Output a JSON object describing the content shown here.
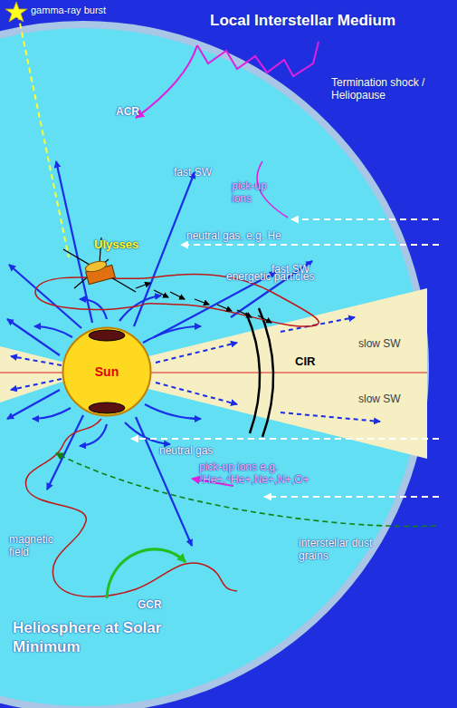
{
  "diagram": {
    "nodes": [
      {
        "text": [
          "Sun"
        ]
      }
    ],
    "labels": [
      "gamma-ray burst",
      "Local Interstellar Medium",
      "ACR",
      "Termination shock / Heliopause",
      "fast SW",
      "pick-up ions",
      "Ulysses",
      "neutral gas, e.g. He",
      "energetic particles",
      "fast SW",
      "slow SW",
      "CIR",
      "slow SW",
      "neutral gas",
      "pick-up ions e.g. ³He+,⁴He+,Ne+,N+,O+",
      "magnetic field",
      "interstellar dust grains",
      "GCR",
      "Heliosphere at Solar Minimum"
    ]
  }
}
